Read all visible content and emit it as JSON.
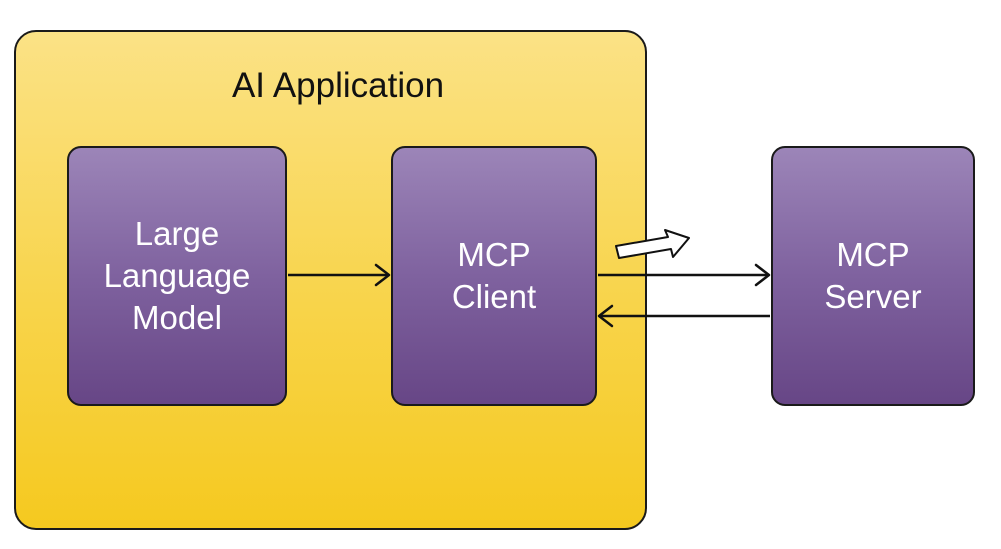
{
  "app_container": {
    "title": "AI Application"
  },
  "nodes": {
    "llm": {
      "label": "Large\nLanguage\nModel"
    },
    "client": {
      "label": "MCP\nClient"
    },
    "server": {
      "label": "MCP\nServer"
    }
  },
  "edges": [
    {
      "from": "llm",
      "to": "client"
    },
    {
      "from": "client",
      "to": "server"
    },
    {
      "from": "server",
      "to": "client"
    }
  ],
  "colors": {
    "container_fill": "#f8d44a",
    "node_fill": "#7f629f",
    "stroke": "#1a1a1a",
    "node_text": "#ffffff"
  }
}
